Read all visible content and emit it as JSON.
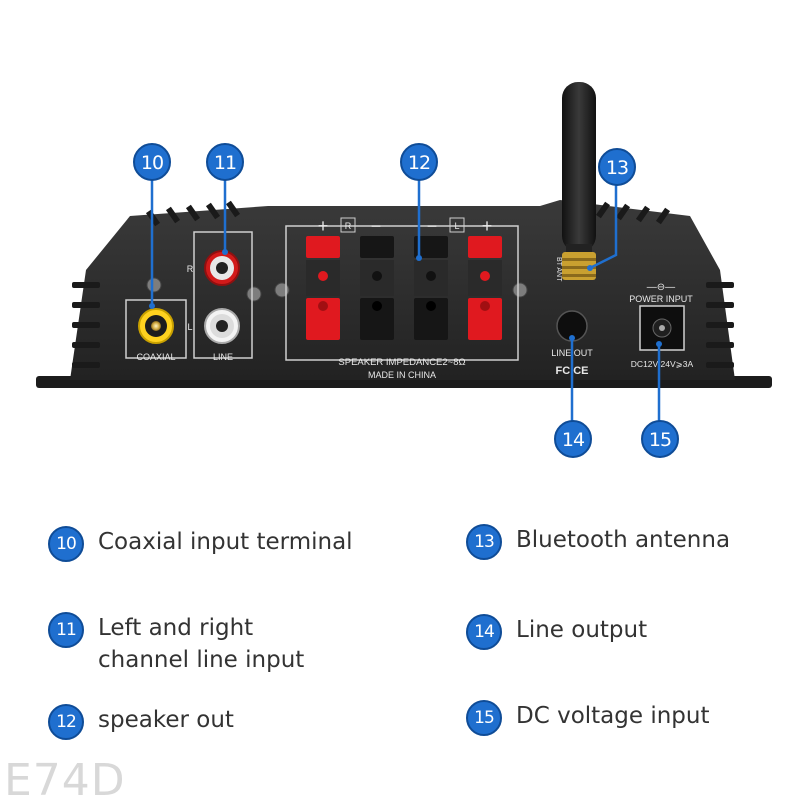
{
  "callouts": {
    "c10": "10",
    "c11": "11",
    "c12": "12",
    "c13": "13",
    "c14": "14",
    "c15": "15"
  },
  "panel": {
    "left_block_labels": {
      "coaxial": "COAXIAL",
      "line": "LINE",
      "r": "R",
      "l": "L"
    },
    "speaker_header": {
      "plus_left": "+",
      "r": "R",
      "minus_left": "−",
      "minus_right": "−",
      "l": "L",
      "plus_right": "+"
    },
    "speaker_impedance": "SPEAKER IMPEDANCE2~8Ω",
    "made_in": "MADE IN CHINA",
    "bt_ant": "BT ANT",
    "line_out": "LINE OUT",
    "fcc_ce": "FC CE",
    "power_symbol": "—⊖—",
    "power_input": "POWER INPUT",
    "dc_rating": "DC12V-24V⩾3A"
  },
  "legend": [
    {
      "num": "10",
      "text": "Coaxial input terminal"
    },
    {
      "num": "11",
      "text": "Left and right\nchannel line input"
    },
    {
      "num": "12",
      "text": "speaker out"
    },
    {
      "num": "13",
      "text": "Bluetooth antenna"
    },
    {
      "num": "14",
      "text": "Line output"
    },
    {
      "num": "15",
      "text": "DC voltage input"
    }
  ],
  "watermark": "E74D",
  "colors": {
    "badge": "#1f6fcf",
    "callout_line": "#1f6fcf",
    "panel": "#2b2b2b",
    "speaker_red": "#e0191f"
  }
}
